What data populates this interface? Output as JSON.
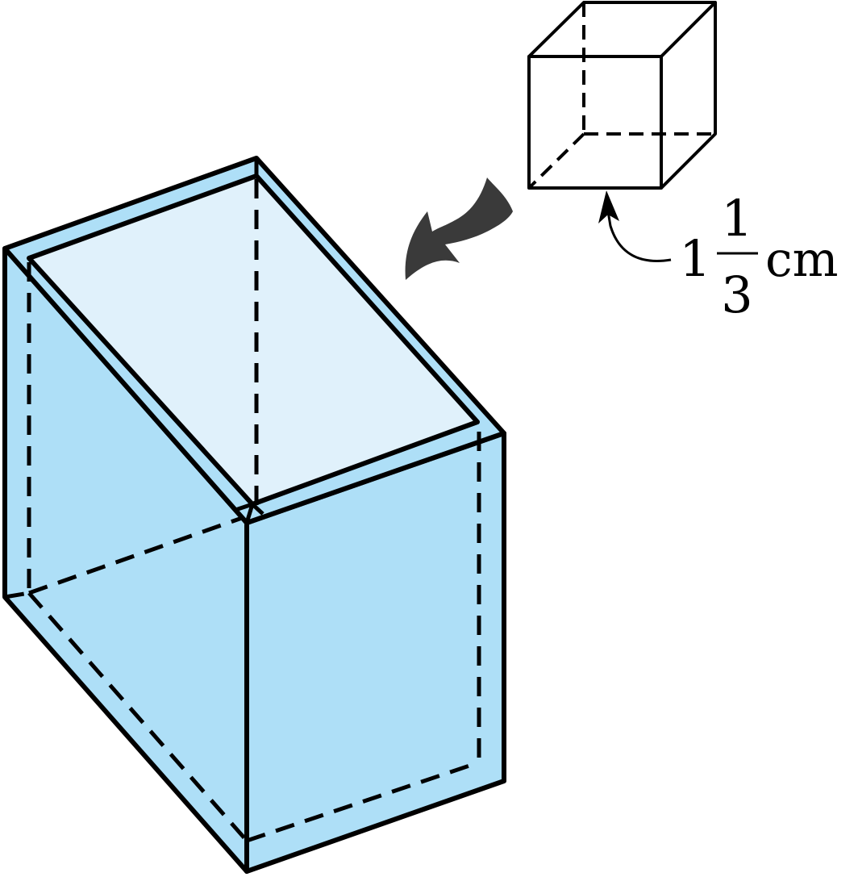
{
  "figure": {
    "cube_label": {
      "whole": "1",
      "numerator": "1",
      "denominator": "3",
      "unit": "cm"
    }
  },
  "colors": {
    "container_side": "#aedff7",
    "container_top": "#e0f1fb",
    "outline": "#000000",
    "arrow": "#3a3a3a"
  }
}
